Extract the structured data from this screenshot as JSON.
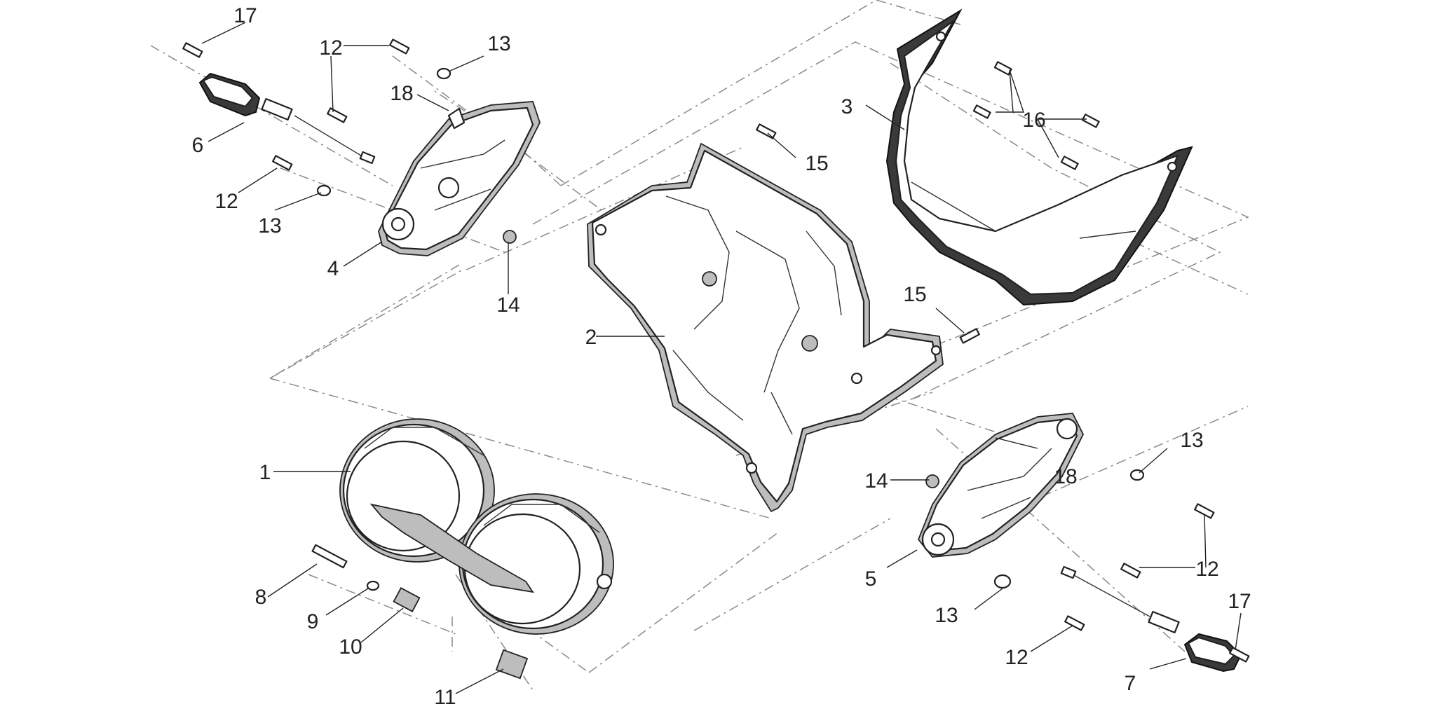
{
  "callouts": [
    {
      "id": "c1",
      "label": "1"
    },
    {
      "id": "c2",
      "label": "2"
    },
    {
      "id": "c3",
      "label": "3"
    },
    {
      "id": "c4",
      "label": "4"
    },
    {
      "id": "c5",
      "label": "5"
    },
    {
      "id": "c6",
      "label": "6"
    },
    {
      "id": "c7",
      "label": "7"
    },
    {
      "id": "c8",
      "label": "8"
    },
    {
      "id": "c9",
      "label": "9"
    },
    {
      "id": "c10",
      "label": "10"
    },
    {
      "id": "c11",
      "label": "11"
    },
    {
      "id": "c12a",
      "label": "12"
    },
    {
      "id": "c12b",
      "label": "12"
    },
    {
      "id": "c12c",
      "label": "12"
    },
    {
      "id": "c12d",
      "label": "12"
    },
    {
      "id": "c13a",
      "label": "13"
    },
    {
      "id": "c13b",
      "label": "13"
    },
    {
      "id": "c13c",
      "label": "13"
    },
    {
      "id": "c13d",
      "label": "13"
    },
    {
      "id": "c14a",
      "label": "14"
    },
    {
      "id": "c14b",
      "label": "14"
    },
    {
      "id": "c15a",
      "label": "15"
    },
    {
      "id": "c15b",
      "label": "15"
    },
    {
      "id": "c16",
      "label": "16"
    },
    {
      "id": "c17a",
      "label": "17"
    },
    {
      "id": "c17b",
      "label": "17"
    },
    {
      "id": "c18a",
      "label": "18"
    },
    {
      "id": "c18b",
      "label": "18"
    }
  ]
}
